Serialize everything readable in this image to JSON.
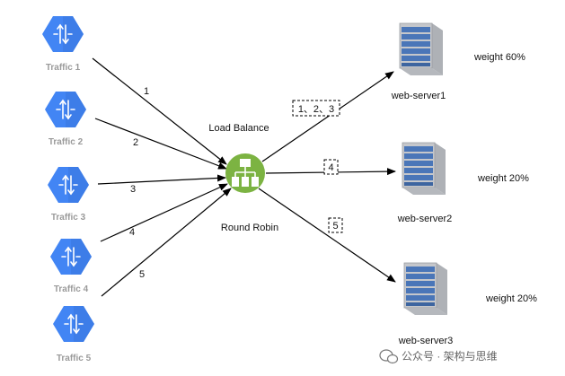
{
  "traffic": [
    {
      "label": "Traffic 1",
      "route_number": "1"
    },
    {
      "label": "Traffic 2",
      "route_number": "2"
    },
    {
      "label": "Traffic 3",
      "route_number": "3"
    },
    {
      "label": "Traffic 4",
      "route_number": "4"
    },
    {
      "label": "Traffic 5",
      "route_number": "5"
    }
  ],
  "load_balancer": {
    "top_label": "Load Balance",
    "bottom_label": "Round Robin",
    "icon": "sitemap-icon",
    "color": "#7cb342"
  },
  "servers": [
    {
      "name": "web-server1",
      "weight": "weight 60%",
      "assigned": "1、2、3"
    },
    {
      "name": "web-server2",
      "weight": "weight 20%",
      "assigned": "4"
    },
    {
      "name": "web-server3",
      "weight": "weight 20%",
      "assigned": "5"
    }
  ],
  "watermark": {
    "icon": "wechat-icon",
    "text": "公众号 · 架构与思维"
  },
  "colors": {
    "hex_blue": "#4285f4",
    "server_blue": "#4a76b8",
    "server_gray": "#bdbfc3"
  }
}
